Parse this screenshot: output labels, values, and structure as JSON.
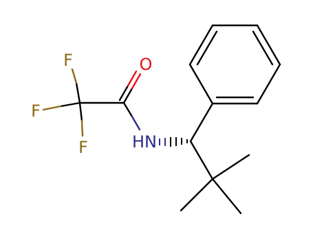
{
  "molecule": {
    "atoms": {
      "F1": {
        "label": "F",
        "color": "#8a6a15"
      },
      "F2": {
        "label": "F",
        "color": "#8a6a15"
      },
      "F3": {
        "label": "F",
        "color": "#8a6a15"
      },
      "O": {
        "label": "O",
        "color": "#e8101a"
      },
      "N": {
        "label": "HN",
        "color": "#2c2c8c"
      }
    },
    "bond_color": "#000000",
    "background": "#ffffff"
  }
}
